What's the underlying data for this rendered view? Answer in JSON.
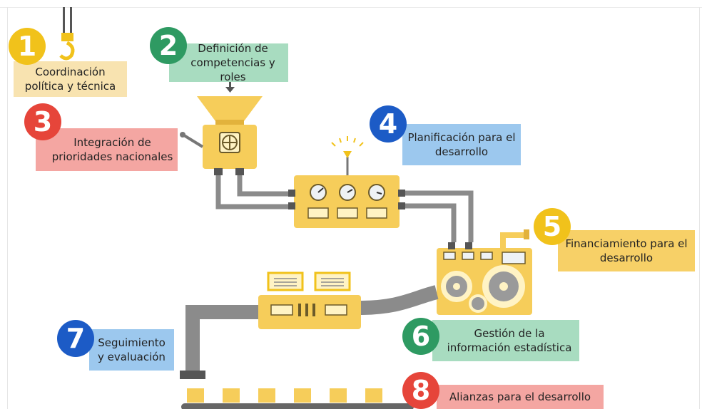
{
  "steps": [
    {
      "number": "1",
      "label": "Coordinación política y técnica",
      "badge_color": "#f1c21b",
      "box_color": "#f8e3b0"
    },
    {
      "number": "2",
      "label": "Definición de competencias y roles",
      "badge_color": "#2e9a62",
      "box_color": "#a8dcc0"
    },
    {
      "number": "3",
      "label": "Integración de prioridades nacionales",
      "badge_color": "#e6453a",
      "box_color": "#f4a6a2"
    },
    {
      "number": "4",
      "label": "Planificación para el desarrollo",
      "badge_color": "#1c5bc6",
      "box_color": "#9cc8ee"
    },
    {
      "number": "5",
      "label": "Financiamiento para el desarrollo",
      "badge_color": "#f1c21b",
      "box_color": "#f7d067"
    },
    {
      "number": "6",
      "label": "Gestión de la información estadística",
      "badge_color": "#2e9a62",
      "box_color": "#a8dcc0"
    },
    {
      "number": "7",
      "label": "Seguimiento y evaluación",
      "badge_color": "#1c5bc6",
      "box_color": "#9cc8ee"
    },
    {
      "number": "8",
      "label": "Alianzas para el desarrollo",
      "badge_color": "#e6453a",
      "box_color": "#f4a6a2"
    }
  ],
  "colors": {
    "machine": "#f6cd5a",
    "machine_dark": "#e2b23c",
    "pipe": "#8b8b8b",
    "pipe_dark": "#5f5f5f",
    "gear": "#9a9a9a"
  }
}
